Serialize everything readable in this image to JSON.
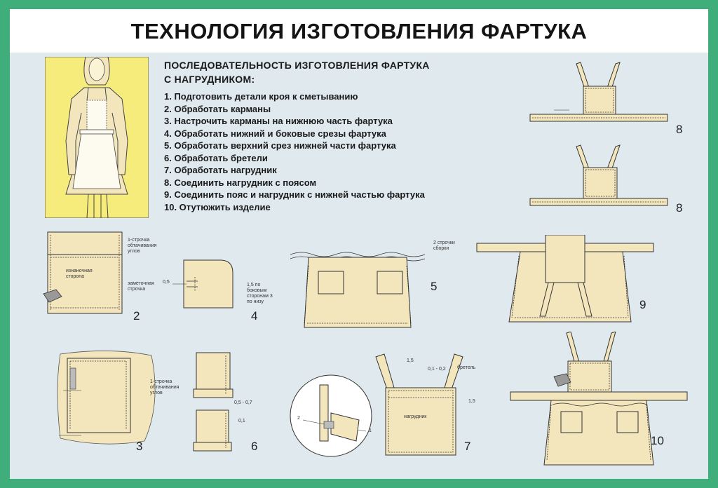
{
  "title": "ТЕХНОЛОГИЯ ИЗГОТОВЛЕНИЯ ФАРТУКА",
  "sequence": {
    "heading_line1": "ПОСЛЕДОВАТЕЛЬНОСТЬ ИЗГОТОВЛЕНИЯ ФАРТУКА",
    "heading_line2": "С НАГРУДНИКОМ:",
    "steps": [
      "1. Подготовить детали кроя к сметыванию",
      "2. Обработать карманы",
      "3. Настрочить карманы на нижнюю часть фартука",
      "4. Обработать нижний и боковые срезы фартука",
      "5. Обработать верхний срез нижней части фартука",
      "6. Обработать бретели",
      "7. Обработать нагрудник",
      "8. Соединить нагрудник с поясом",
      "9. Соединить пояс и нагрудник с нижней частью фартука",
      "10. Отутюжить изделие"
    ]
  },
  "figures": {
    "fig2": {
      "number": "2",
      "label_stitch": "1-строчка обтачивания углов",
      "label_wrong_side": "изнаночная сторона",
      "label_baste": "заметочная строчка"
    },
    "fig3": {
      "number": "3",
      "label_stitch": "1-строчка обтачивания углов"
    },
    "fig4": {
      "number": "4",
      "dim_05": "0,5",
      "dim_side": "1,5 по боковым сторонам 3 по низу"
    },
    "fig5": {
      "number": "5",
      "label_gathers": "2 строчки сборки"
    },
    "fig6": {
      "number": "6",
      "dim_05_07": "0,5 - 0,7",
      "dim_01": "0,1"
    },
    "fig7": {
      "number": "7",
      "dim_15_top": "1,5",
      "dim_01_02": "0,1 - 0,2",
      "label_strap": "бретель",
      "dim_15_side": "1,5",
      "label_bib": "нагрудник",
      "callout_2": "2",
      "callout_1": "1"
    },
    "fig8a": {
      "number": "8"
    },
    "fig8b": {
      "number": "8"
    },
    "fig9": {
      "number": "9"
    },
    "fig10": {
      "number": "10"
    }
  },
  "colors": {
    "frame": "#3fae7a",
    "background": "#dfe9ee",
    "fabric": "#f3e6bd",
    "illustration_bg": "#f6ec7c",
    "outline": "#3a3a3a"
  }
}
